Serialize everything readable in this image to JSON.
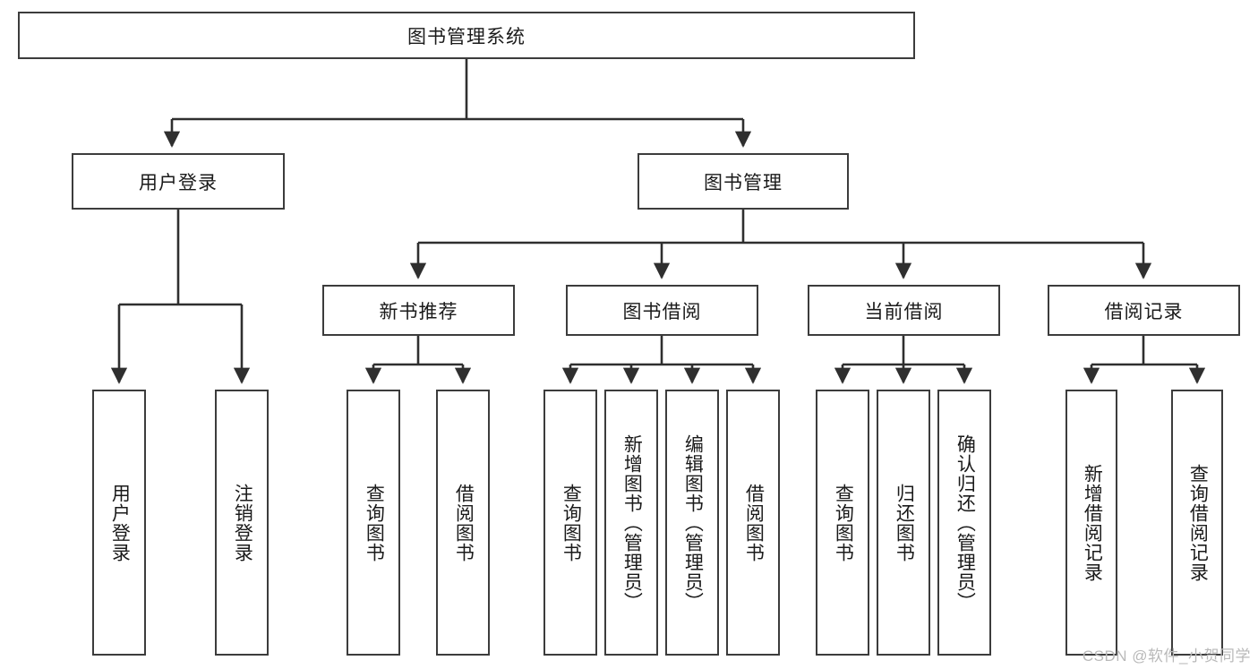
{
  "diagram": {
    "title_node": {
      "label": "图书管理系统"
    },
    "level1": [
      {
        "id": "user-login",
        "label": "用户登录"
      },
      {
        "id": "book-manage",
        "label": "图书管理"
      }
    ],
    "level2": [
      {
        "id": "new-book-rec",
        "label": "新书推荐"
      },
      {
        "id": "book-borrow",
        "label": "图书借阅"
      },
      {
        "id": "current-borrow",
        "label": "当前借阅"
      },
      {
        "id": "borrow-record",
        "label": "借阅记录"
      }
    ],
    "leaves": {
      "user_login": [
        {
          "id": "leaf-user-login",
          "label": "用户登录"
        },
        {
          "id": "leaf-logout",
          "label": "注销登录"
        }
      ],
      "new_book_rec": [
        {
          "id": "leaf-query-book-1",
          "label": "查询图书"
        },
        {
          "id": "leaf-borrow-book-1",
          "label": "借阅图书"
        }
      ],
      "book_borrow": [
        {
          "id": "leaf-query-book-2",
          "label": "查询图书"
        },
        {
          "id": "leaf-add-book",
          "label": "新增图书（管理员）"
        },
        {
          "id": "leaf-edit-book",
          "label": "编辑图书（管理员）"
        },
        {
          "id": "leaf-borrow-book-2",
          "label": "借阅图书"
        }
      ],
      "current_borrow": [
        {
          "id": "leaf-query-book-3",
          "label": "查询图书"
        },
        {
          "id": "leaf-return-book",
          "label": "归还图书"
        },
        {
          "id": "leaf-confirm-return",
          "label": "确认归还（管理员）"
        }
      ],
      "borrow_record": [
        {
          "id": "leaf-add-record",
          "label": "新增借阅记录"
        },
        {
          "id": "leaf-query-record",
          "label": "查询借阅记录"
        }
      ]
    },
    "watermark": "CSDN @软件_小贺同学",
    "colors": {
      "background": "#ffffff",
      "node_border": "#3c3c3c",
      "node_fill": "#ffffff",
      "edge": "#2f2f2f",
      "text": "#1a1a1a",
      "watermark": "#b9b9b9"
    }
  }
}
